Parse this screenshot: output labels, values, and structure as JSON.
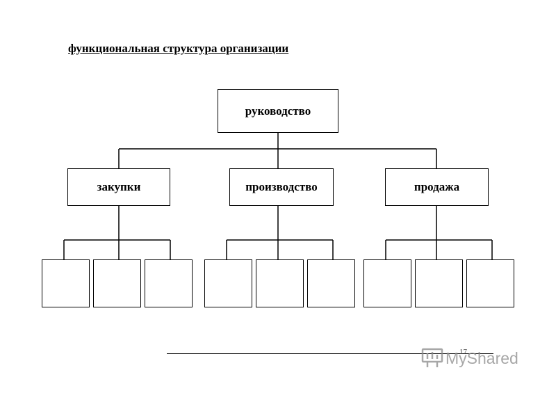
{
  "title": "функциональная структура организации",
  "org_chart": {
    "root": "руководство",
    "departments": [
      "закупки",
      "производство",
      "продажа"
    ]
  },
  "page_number": "17",
  "watermark": "MyShared",
  "colors": {
    "line": "#000000",
    "background": "#ffffff",
    "watermark": "#8a8a8a"
  }
}
